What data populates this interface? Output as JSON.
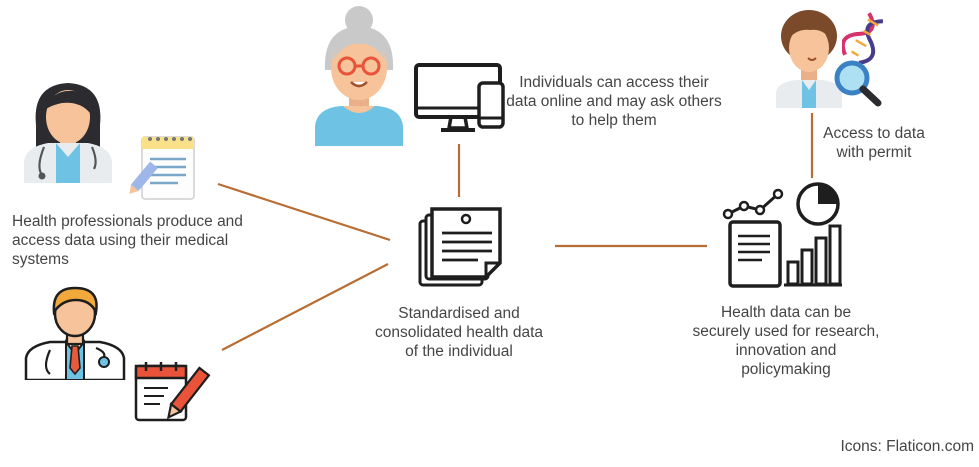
{
  "colors": {
    "connector": "#b86d34",
    "outline": "#1e1e1e",
    "skin": "#f6c39a",
    "hair_dark": "#2b2b30",
    "hair_grey": "#c9c9c9",
    "hair_blond": "#f2a93b",
    "shirt_blue": "#6ec3e4",
    "glasses": "#e8533a",
    "magnifier": "#3b82c4",
    "dna_pink": "#d6336c",
    "note_yellow": "#fbe08a",
    "pencil_orange": "#f5a04a"
  },
  "nodes": {
    "professionals": {
      "label": "Health professionals produce and access data using their medical systems",
      "icons": [
        "female-doctor-icon",
        "clipboard-icon",
        "male-doctor-icon",
        "calendar-pencil-icon"
      ]
    },
    "individual": {
      "label": "Individuals can access their data online and may ask others to help them",
      "icons": [
        "elderly-woman-icon",
        "desktop-monitor-icon",
        "smartphone-icon"
      ]
    },
    "consolidated": {
      "label": "Standardised and consolidated health data of the individual",
      "icons": [
        "documents-stack-icon"
      ]
    },
    "researcher": {
      "label": "Access to data with permit",
      "icons": [
        "researcher-icon",
        "dna-icon",
        "magnifier-icon"
      ]
    },
    "secondary_use": {
      "label": "Health data can be securely used for research, innovation and policymaking",
      "icons": [
        "analytics-report-icon"
      ]
    }
  },
  "footer": {
    "credit": "Icons: Flaticon.com"
  }
}
